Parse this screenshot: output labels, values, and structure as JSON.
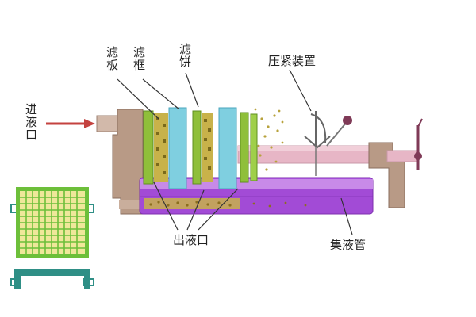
{
  "labels": {
    "inlet": "进液口",
    "filter_plate": "滤板",
    "filter_frame": "滤框",
    "filter_cake": "滤饼",
    "press_device": "压紧装置",
    "outlet": "出液口",
    "collector_pipe": "集液管"
  },
  "colors": {
    "housing": "#b89a86",
    "housing_light": "#d2b9aa",
    "plate_green": "#8fbf3a",
    "frame_cyan": "#7fcfe0",
    "cake_yellow": "#c8b24a",
    "pipe_purple": "#a24bd6",
    "pipe_purple_light": "#c88ae8",
    "rod_pink": "#e7b6c6",
    "arrow_red": "#c4423f",
    "handle": "#7f3a57",
    "grid_yellow": "#efe79a",
    "grid_green": "#6dbf3a"
  },
  "icons": {
    "inlet_arrow": "arrow-right-icon",
    "press_lever": "lever-icon",
    "handwheel": "handwheel-icon"
  }
}
